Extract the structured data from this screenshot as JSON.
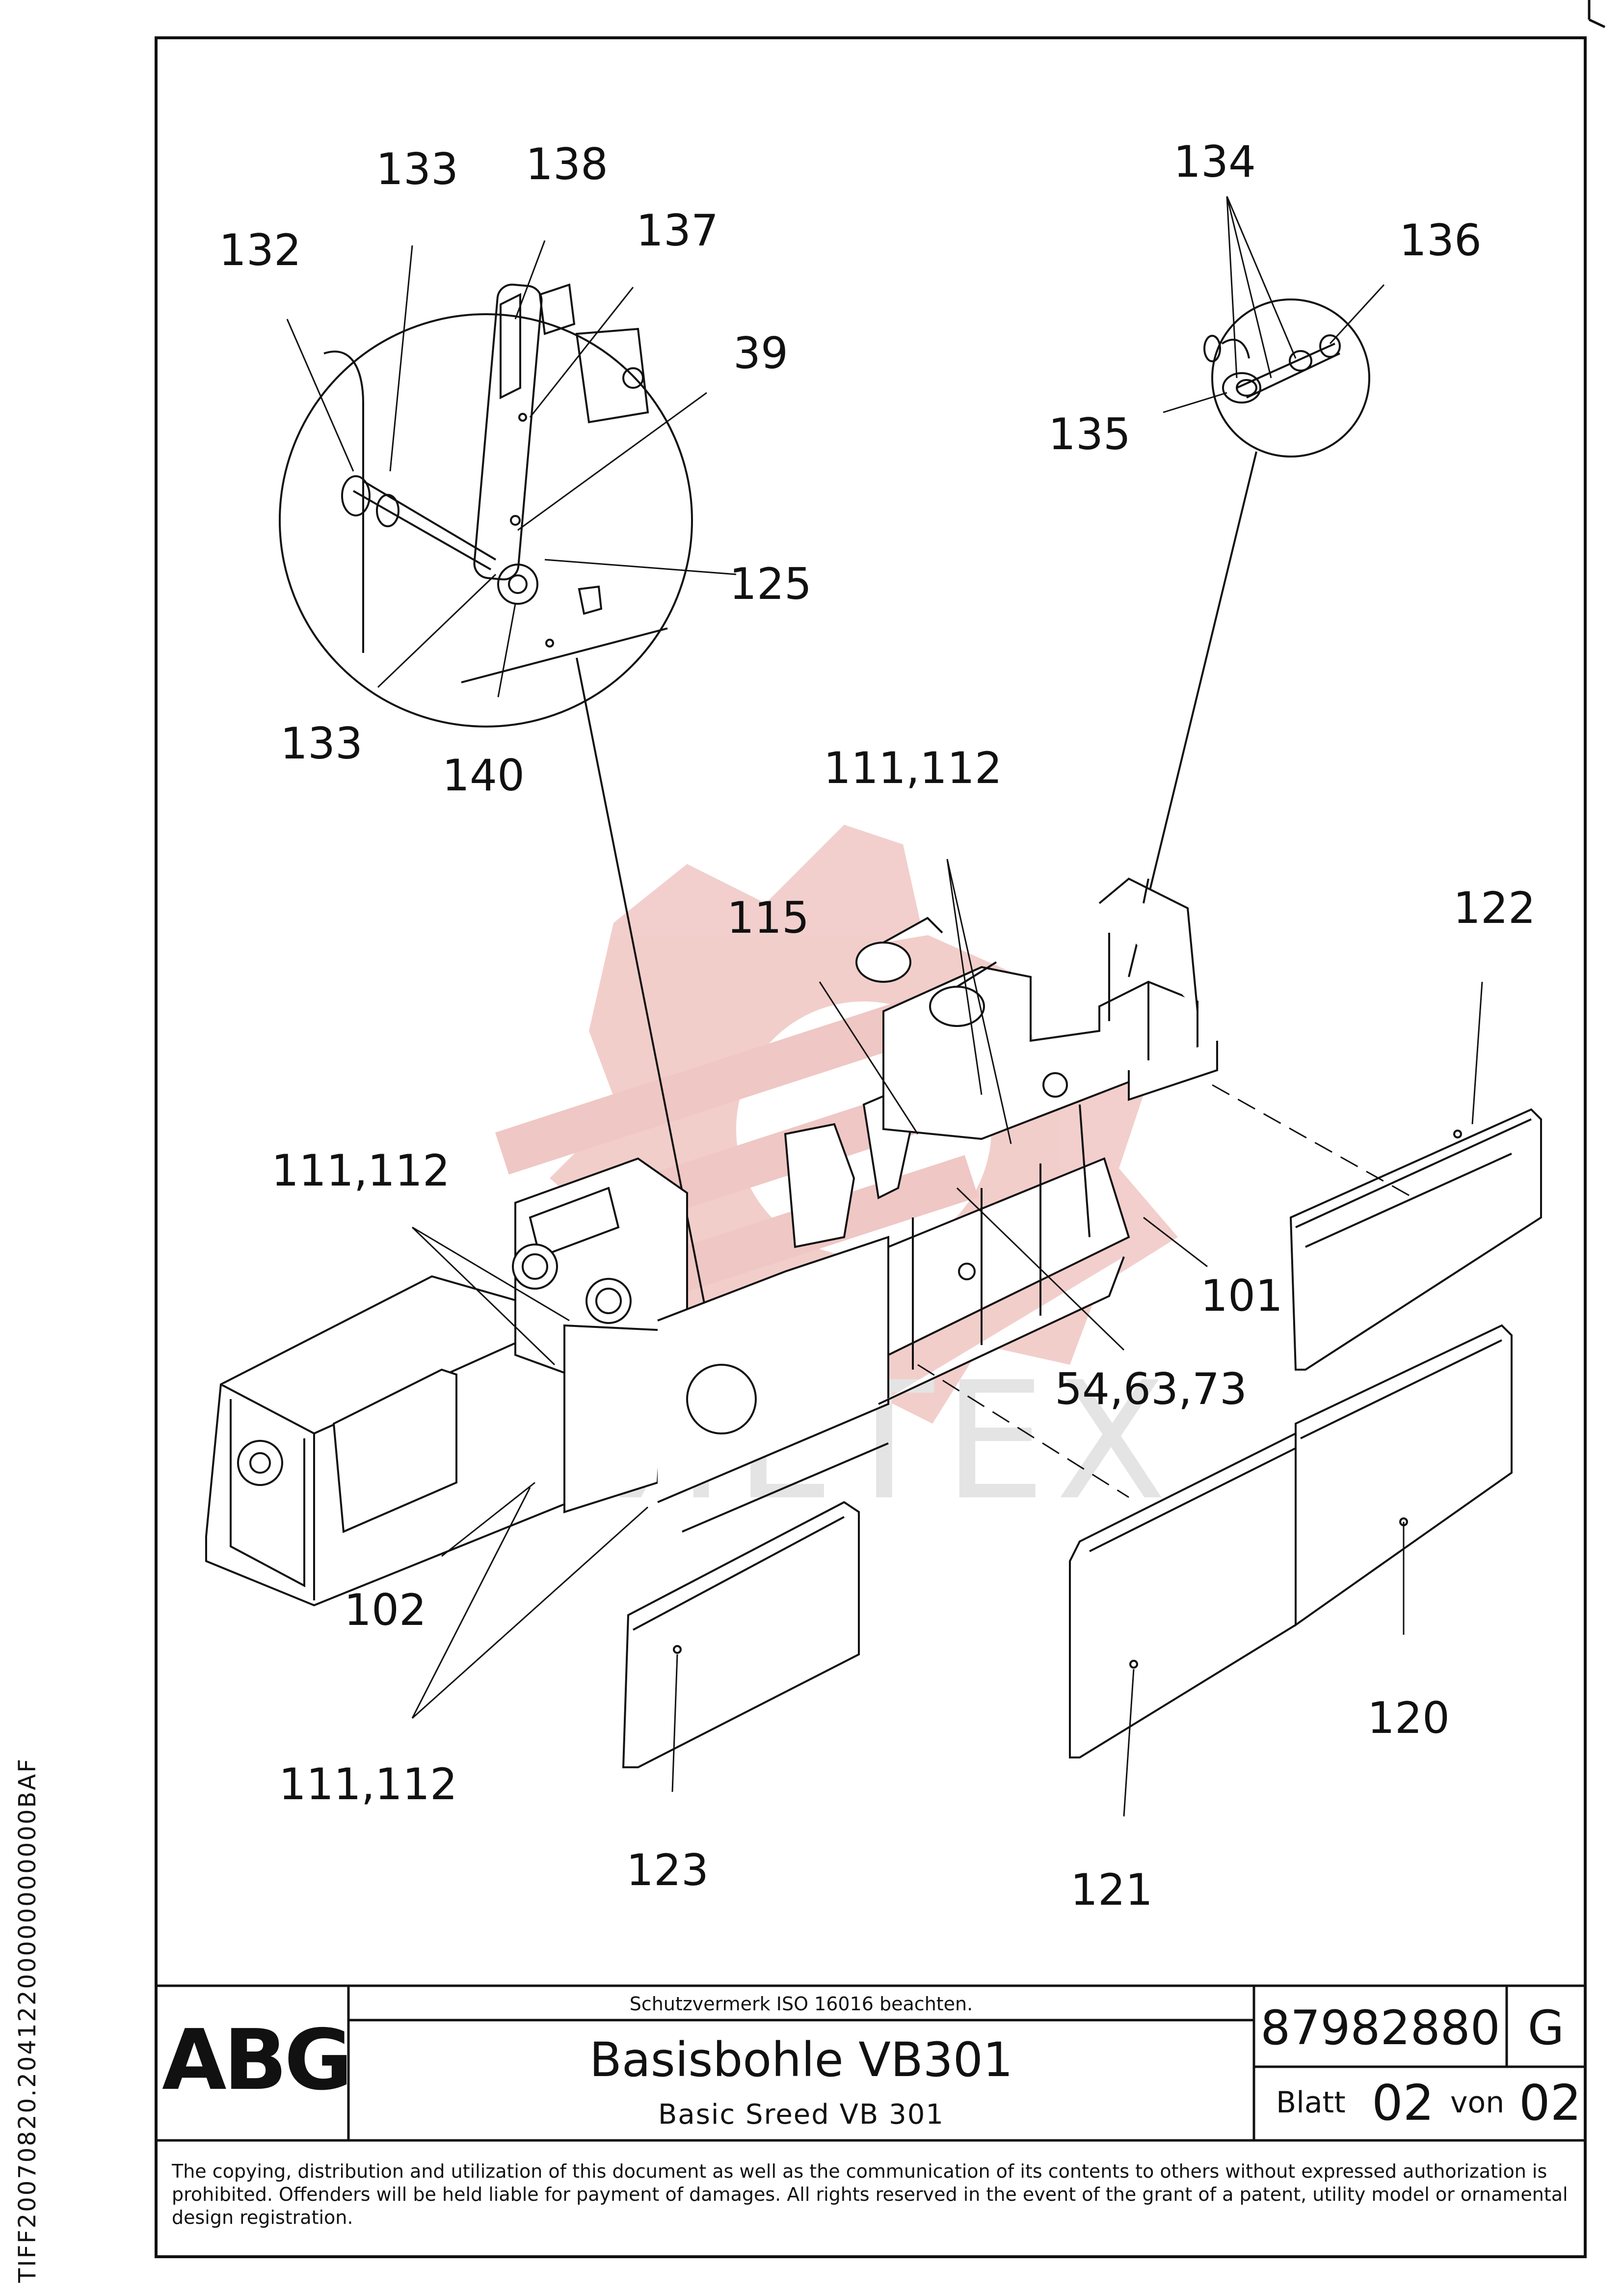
{
  "side_code": "TIFF20070820.20412200000000000BAF",
  "callouts": {
    "c133a": "133",
    "c138": "138",
    "c137": "137",
    "c132": "132",
    "c39": "39",
    "c125": "125",
    "c133b": "133",
    "c140": "140",
    "c134": "134",
    "c136": "136",
    "c135": "135",
    "c111_112_top": "111,112",
    "c115": "115",
    "c122": "122",
    "c111_112_left": "111,112",
    "c101": "101",
    "c54_63_73": "54,63,73",
    "c102": "102",
    "c111_112_bottom": "111,112",
    "c120": "120",
    "c123": "123",
    "c121": "121"
  },
  "title_block": {
    "logo": "ABG",
    "protection_note": "Schutzvermerk ISO 16016 beachten.",
    "title_de": "Basisbohle VB301",
    "title_en": "Basic Sreed VB 301",
    "drawing_number": "87982880",
    "revision": "G",
    "sheet_label": "Blatt",
    "sheet_number": "02",
    "of_label": "von",
    "sheet_total": "02"
  },
  "footer_text": "The copying, distribution and utilization of this document as well as the communication of its contents to others without expressed authorization is prohibited. Offenders will be held liable for payment of damages. All rights reserved in the event of the grant of a patent, utility model or ornamental design registration.",
  "colors": {
    "line": "#111111",
    "watermark_red": "#e8b0ac",
    "watermark_grey": "#d6d6d6"
  }
}
